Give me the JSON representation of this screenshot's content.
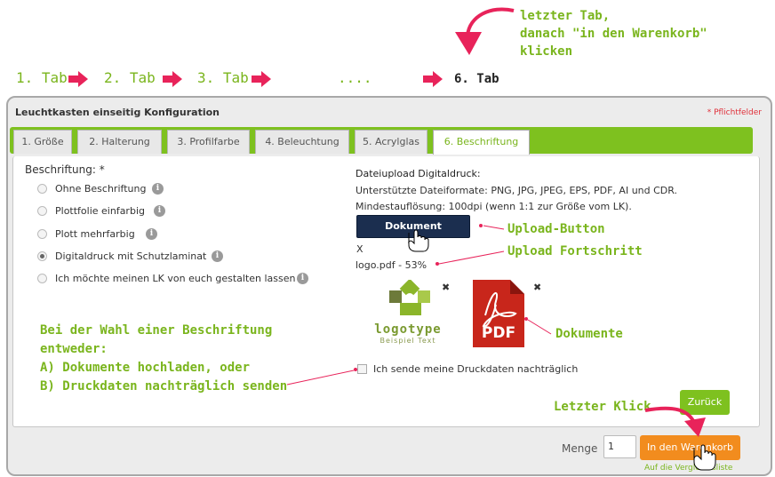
{
  "annotations": {
    "top_note": [
      "letzter Tab,",
      "danach \"in den Warenkorb\"",
      "klicken"
    ],
    "steps": [
      "1. Tab",
      "2. Tab",
      "3. Tab",
      "....",
      "6. Tab"
    ],
    "upload_button": "Upload-Button",
    "upload_progress": "Upload Fortschritt",
    "documents": "Dokumente",
    "last_click": "Letzter Klick",
    "choice": [
      "Bei der Wahl einer Beschriftung",
      "entweder:",
      "A) Dokumente hochladen, oder",
      "B) Druckdaten nachträglich senden"
    ]
  },
  "panel": {
    "title": "Leuchtkasten einseitig Konfiguration",
    "required": "* Pflichtfelder",
    "tabs": [
      "1. Größe",
      "2. Halterung",
      "3. Profilfarbe",
      "4. Beleuchtung",
      "5. Acrylglas",
      "6. Beschriftung"
    ],
    "active_tab": 5
  },
  "beschriftung": {
    "label": "Beschriftung: *",
    "options": [
      "Ohne Beschriftung",
      "Plottfolie einfarbig",
      "Plott mehrfarbig",
      "Digitaldruck mit Schutzlaminat",
      "Ich möchte meinen LK von euch gestalten lassen"
    ],
    "selected": 3
  },
  "upload": {
    "heading": "Dateiupload Digitaldruck:",
    "formats": "Unterstützte Dateiformate: PNG, JPG, JPEG, EPS, PDF, AI und CDR.",
    "resolution": "Mindestauflösung: 100dpi (wenn 1:1 zur Größe vom LK).",
    "button": "Dokument hochladen",
    "cancel": "X",
    "progress": "logo.pdf - 53%",
    "progress_value": 53,
    "logo_word": "logotype",
    "logo_sub": "Beispiel Text",
    "pdf_label": "PDF",
    "remove_icon": "✖",
    "later_checkbox": "Ich sende meine Druckdaten nachträglich"
  },
  "footer": {
    "back": "Zurück",
    "qty_label": "Menge",
    "qty_value": "1",
    "cart": "In den Warenkorb",
    "wishlist": "Auf die Vergleichsliste"
  },
  "colors": {
    "accent_green": "#7ec11f",
    "annotation_pink": "#e8235a",
    "cart_orange": "#f28c1e",
    "upload_navy": "#1b2e4f"
  }
}
